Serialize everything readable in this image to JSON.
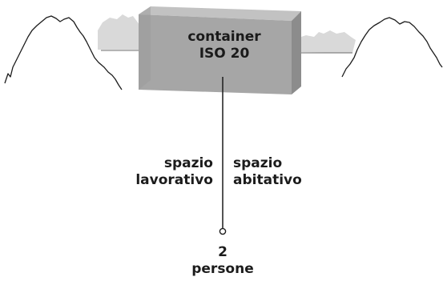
{
  "container": {
    "line1": "container",
    "line2": "ISO 20"
  },
  "left_label": {
    "line1": "spazio",
    "line2": "lavorativo"
  },
  "right_label": {
    "line1": "spazio",
    "line2": "abitativo"
  },
  "bottom_label": {
    "line1": "2",
    "line2": "persone"
  },
  "colors": {
    "box_front": "#a6a6a6",
    "box_top": "#c2c2c2",
    "box_side": "#8c8c8c",
    "background_hills": "#d9d9d9",
    "ink": "#1c1c1c"
  }
}
